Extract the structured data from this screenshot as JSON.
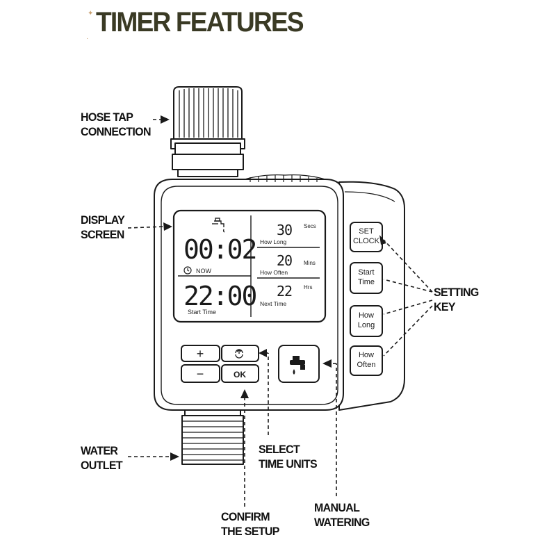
{
  "title": "TIMER FEATURES",
  "callouts": {
    "hose": [
      "HOSE TAP",
      "CONNECTION"
    ],
    "display": [
      "DISPLAY",
      "SCREEN"
    ],
    "outlet": [
      "WATER",
      "OUTLET"
    ],
    "select": [
      "SELECT",
      "TIME UNITS"
    ],
    "confirm": [
      "CONFIRM",
      "THE SETUP"
    ],
    "manual": [
      "MANUAL",
      "WATERING"
    ],
    "setting": [
      "SETTING",
      "KEY"
    ]
  },
  "lcd": {
    "now_time": "00:02",
    "now_label": "NOW",
    "start_time": "22:00",
    "start_label": "Start Time",
    "how_long_value": "30",
    "how_long_unit": "Secs",
    "how_long_label": "How Long",
    "how_often_value": "20",
    "how_often_unit": "Mins",
    "how_often_label": "How Often",
    "next_time_value": "22",
    "next_time_unit": "Hrs",
    "next_time_label": "Next Time"
  },
  "side_keys": [
    [
      "SET",
      "CLOCK"
    ],
    [
      "Start",
      "Time"
    ],
    [
      "How",
      "Long"
    ],
    [
      "How",
      "Often"
    ]
  ],
  "front_buttons": {
    "plus": "+",
    "minus": "−",
    "ok": "OK"
  },
  "icons": {
    "tap": "faucet-icon",
    "clock": "clock-icon",
    "select": "cycle-arrows-icon",
    "manual": "faucet-drop-icon"
  }
}
